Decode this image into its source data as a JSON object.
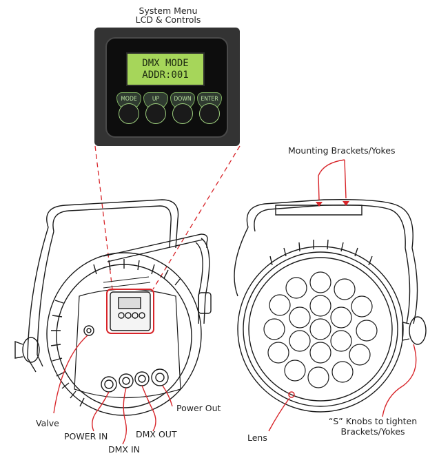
{
  "labels": {
    "system_menu": "System Menu",
    "lcd_controls": "LCD & Controls",
    "mounting_brackets": "Mounting Brackets/Yokes",
    "power_out": "Power Out",
    "valve": "Valve",
    "power_in": "POWER IN",
    "dmx_out": "DMX OUT",
    "dmx_in": "DMX IN",
    "lens": "Lens",
    "s_knobs_line1": "“S” Knobs to tighten",
    "s_knobs_line2": "Brackets/Yokes"
  },
  "lcd": {
    "line1": "DMX MODE",
    "line2": "ADDR:001",
    "buttons": [
      "MODE",
      "UP",
      "DOWN",
      "ENTER"
    ]
  },
  "colors": {
    "callout": "#d8252a",
    "lcd_green": "#a6d65a",
    "panel": "#333333"
  }
}
